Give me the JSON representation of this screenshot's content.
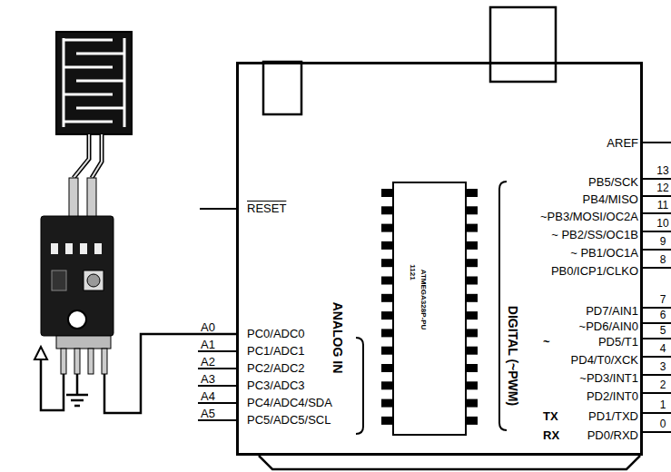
{
  "diagram": {
    "nodes": [
      {
        "text": [
          "ANALOG IN",
          "DIGITAL (~PWM)"
        ]
      },
      {
        "text": [
          "1121",
          "ATMEGA328P-PU"
        ],
        "in": 0
      }
    ],
    "labels": [
      "AREF",
      "13",
      "PB5/SCK",
      "12",
      "PB4/MISO",
      "11",
      "~PB3/MOSI/OC2A",
      "10",
      "~ PB2/SS/OC1B",
      "9",
      "~ PB1/OC1A",
      "8",
      "PB0/ICP1/CLKO",
      "7",
      "PD7/AIN1",
      "6",
      "~PD6/AIN0",
      "5",
      "~",
      "PD5/T1",
      "4",
      "PD4/T0/XCK",
      "3",
      "~PD3/INT1",
      "2",
      "PD2/INT0",
      "1",
      "TX",
      "PD1/TXD",
      "0",
      "RX",
      "PD0/RXD",
      "RESET",
      "A0",
      "PC0/ADC0",
      "A1",
      "PC1/ADC1",
      "A2",
      "PC2/ADC2",
      "A3",
      "PC3/ADC3",
      "A4",
      "PC4/ADC4/SDA",
      "A5",
      "PC5/ADC5/SCL"
    ]
  }
}
